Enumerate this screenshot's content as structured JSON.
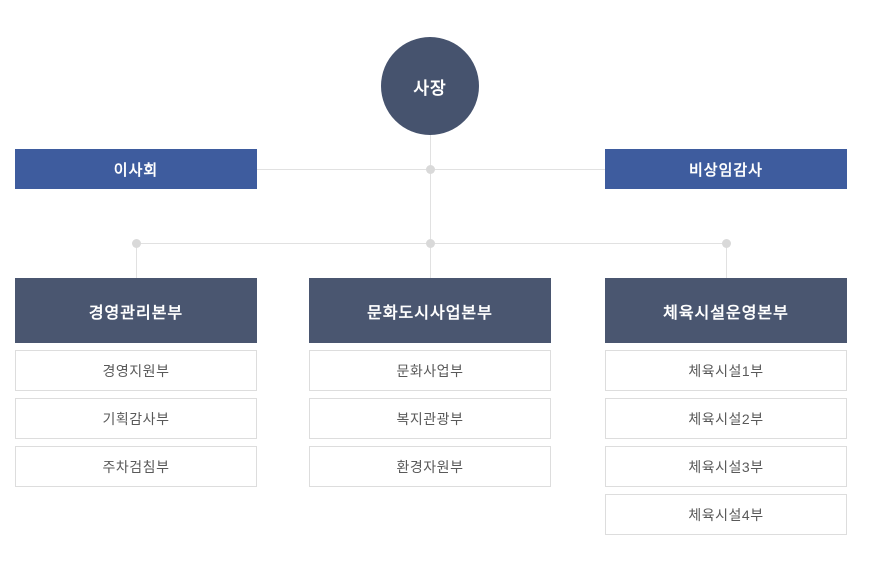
{
  "org_chart": {
    "root": {
      "label": "사장"
    },
    "staff_nodes": [
      {
        "label": "이사회"
      },
      {
        "label": "비상임감사"
      }
    ],
    "divisions": [
      {
        "title": "경영관리본부",
        "departments": [
          "경영지원부",
          "기획감사부",
          "주차검침부"
        ]
      },
      {
        "title": "문화도시사업본부",
        "departments": [
          "문화사업부",
          "복지관광부",
          "환경자원부"
        ]
      },
      {
        "title": "체육시설운영본부",
        "departments": [
          "체육시설1부",
          "체육시설2부",
          "체육시설3부",
          "체육시설4부"
        ]
      }
    ],
    "colors": {
      "root_circle": "#46536e",
      "staff_box": "#3e5c9e",
      "division_header": "#4a5670",
      "connector_line": "#e1e1e1",
      "junction_dot": "#d9d9d9",
      "department_text": "#595959",
      "department_border": "#dddddd",
      "background": "#ffffff"
    }
  }
}
